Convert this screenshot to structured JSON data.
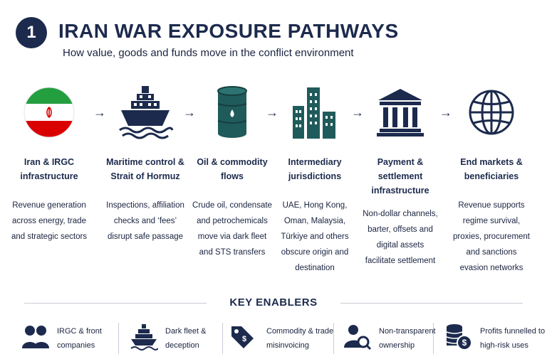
{
  "header": {
    "number": "1",
    "title": "IRAN WAR EXPOSURE PATHWAYS",
    "subtitle": "How value, goods and funds move in the conflict environment"
  },
  "flow": {
    "arrow": "→",
    "steps": [
      {
        "icon": "iran-flag-icon",
        "label": "Iran & IRGC infrastructure",
        "desc": [
          "Revenue generation",
          "across energy, trade",
          "and strategic sectors"
        ]
      },
      {
        "icon": "ship-icon",
        "label": "Maritime control & Strait of Hormuz",
        "desc": [
          "Inspections, affiliation",
          "checks and ‘fees’",
          "disrupt safe passage"
        ]
      },
      {
        "icon": "oil-barrel-icon",
        "label": "Oil & commodity flows",
        "desc": [
          "Crude oil, condensate",
          "and petrochemicals",
          "move via dark fleet",
          "and STS transfers"
        ]
      },
      {
        "icon": "city-buildings-icon",
        "label": "Intermediary jurisdictions",
        "desc": [
          "UAE, Hong Kong,",
          "Oman, Malaysia,",
          "Türkiye and others",
          "obscure origin and",
          "destination"
        ]
      },
      {
        "icon": "bank-icon",
        "label": "Payment & settlement infrastructure",
        "desc": [
          "Non-dollar channels,",
          "barter, offsets and",
          "digital assets",
          "facilitate settlement"
        ]
      },
      {
        "icon": "globe-icon",
        "label": "End markets & beneficiaries",
        "desc": [
          "Revenue supports",
          "regime survival,",
          "proxies, procurement",
          "and sanctions",
          "evasion networks"
        ]
      }
    ]
  },
  "enablers": {
    "title": "KEY ENABLERS",
    "items": [
      {
        "icon": "people-icon",
        "text": [
          "IRGC & front",
          "companies"
        ]
      },
      {
        "icon": "ship-icon",
        "text": [
          "Dark fleet &",
          "deception"
        ]
      },
      {
        "icon": "price-tag-icon",
        "text": [
          "Commodity & trade",
          "misinvoicing"
        ]
      },
      {
        "icon": "person-search-icon",
        "text": [
          "Non-transparent",
          "ownership"
        ]
      },
      {
        "icon": "coin-stack-icon",
        "text": [
          "Profits funnelled to",
          "high-risk uses"
        ]
      }
    ]
  },
  "colors": {
    "navy": "#1c2a4d",
    "teal": "#1f5b5a",
    "flag_green": "#239f40",
    "flag_red": "#da0000"
  }
}
